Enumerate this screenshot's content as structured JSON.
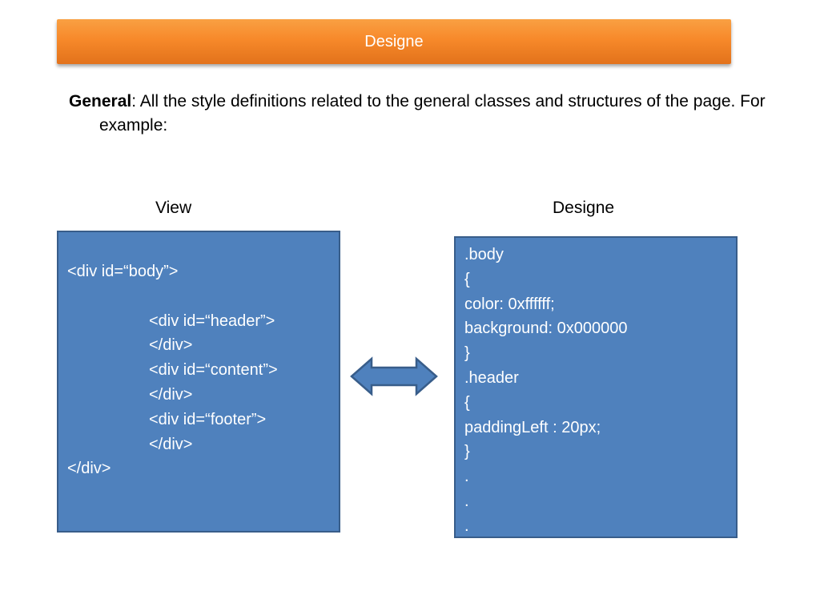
{
  "title": "Designe",
  "general": {
    "label": "General",
    "text": ": All the style definitions related to the general classes and structures of the page. For example:"
  },
  "view_label": "View",
  "designe_label": "Designe",
  "view_code": {
    "line0": "<div id=“body”>",
    "line1": "",
    "line2": "<div id=“header”>",
    "line3": "</div>",
    "line4": "<div id=“content”>",
    "line5": "</div>",
    "line6": "<div id=“footer”>",
    "line7": "</div>",
    "line8": "</div>"
  },
  "design_code": {
    "line0": ".body",
    "line1": "{",
    "line2": "color: 0xffffff;",
    "line3": "background: 0x000000",
    "line4": "}",
    "line5": ".header",
    "line6": "{",
    "line7": "paddingLeft : 20px;",
    "line8": "}",
    "line9": ".",
    "line10": ".",
    "line11": "."
  },
  "colors": {
    "title_bar": "#f7892a",
    "box_fill": "#4f81bd",
    "box_border": "#385d8a"
  },
  "icons": {
    "arrow": "double-headed-arrow-icon"
  }
}
